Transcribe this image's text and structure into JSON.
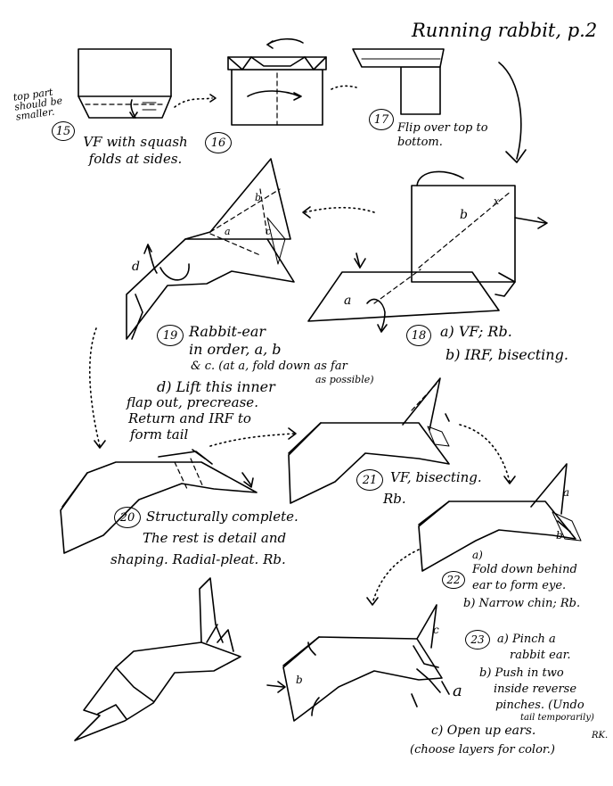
{
  "header": {
    "title": "Running rabbit, p.2"
  },
  "steps": {
    "s15": {
      "number": "15",
      "text": "VF with squash folds at sides.",
      "note": "top part should be smaller."
    },
    "s16": {
      "number": "16"
    },
    "s17": {
      "number": "17",
      "text": "Flip over top to bottom."
    },
    "s18": {
      "number": "18",
      "text_a": "a) VF; Rb.",
      "text_b": "b) IRF, bisecting."
    },
    "s19": {
      "number": "19",
      "line1": "Rabbit-ear",
      "line2": "in order, a, b",
      "line3": "& c. (at a, fold down as far",
      "line3b": "as possible)",
      "line4": "d) Lift this inner",
      "line5": "flap out, precrease.",
      "line6": "Return and IRF to",
      "line7": "form tail"
    },
    "s20": {
      "number": "20",
      "line1": "Structurally complete.",
      "line2": "The rest is detail and",
      "line3": "shaping. Radial-pleat. Rb."
    },
    "s21": {
      "number": "21",
      "line1": "VF, bisecting.",
      "line2": "Rb."
    },
    "s22": {
      "number": "22",
      "line1": "a)",
      "line2": "Fold down behind",
      "line3": "ear to form eye.",
      "line4": "b) Narrow chin; Rb."
    },
    "s23": {
      "number": "23",
      "line1": "a) Pinch a",
      "line2": "rabbit ear.",
      "line3": "b) Push in two",
      "line4": "inside reverse",
      "line5": "pinches. (Undo",
      "line6": "tail temporarily)",
      "line7": "c) Open up ears.",
      "line8": "(choose layers for color.)",
      "signature": "RK."
    }
  },
  "labels": {
    "a": "a",
    "b": "b",
    "c": "c",
    "d": "d",
    "x": "x"
  }
}
